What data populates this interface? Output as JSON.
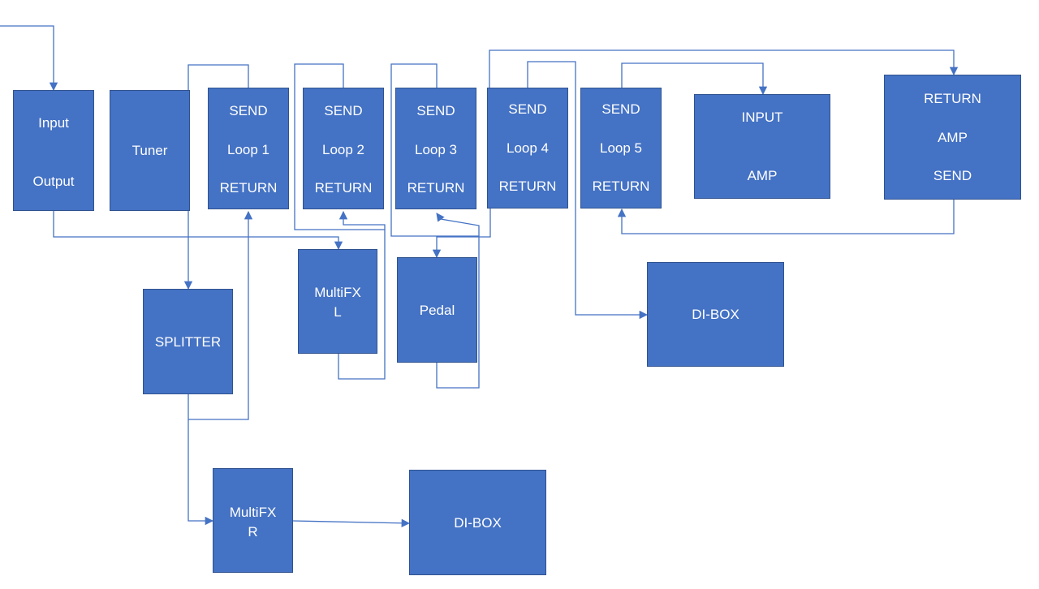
{
  "colors": {
    "box_fill": "#4472C4",
    "box_border": "#2F528F",
    "wire": "#4472C4",
    "text": "#ffffff"
  },
  "boxes": {
    "input_output": {
      "line1": "Input",
      "line2": "Output"
    },
    "tuner": {
      "label": "Tuner"
    },
    "loop1": {
      "send": "SEND",
      "name": "Loop 1",
      "ret": "RETURN"
    },
    "loop2": {
      "send": "SEND",
      "name": "Loop 2",
      "ret": "RETURN"
    },
    "loop3": {
      "send": "SEND",
      "name": "Loop 3",
      "ret": "RETURN"
    },
    "loop4": {
      "send": "SEND",
      "name": "Loop 4",
      "ret": "RETURN"
    },
    "loop5": {
      "send": "SEND",
      "name": "Loop 5",
      "ret": "RETURN"
    },
    "amp_input": {
      "line1": "INPUT",
      "line2": "AMP"
    },
    "amp_fx": {
      "line1": "RETURN",
      "line2": "AMP",
      "line3": "SEND"
    },
    "splitter": {
      "label": "SPLITTER"
    },
    "multifx_l": {
      "line1": "MultiFX",
      "line2": "L"
    },
    "pedal": {
      "label": "Pedal"
    },
    "di_box_1": {
      "label": "DI-BOX"
    },
    "multifx_r": {
      "line1": "MultiFX",
      "line2": "R"
    },
    "di_box_2": {
      "label": "DI-BOX"
    }
  }
}
